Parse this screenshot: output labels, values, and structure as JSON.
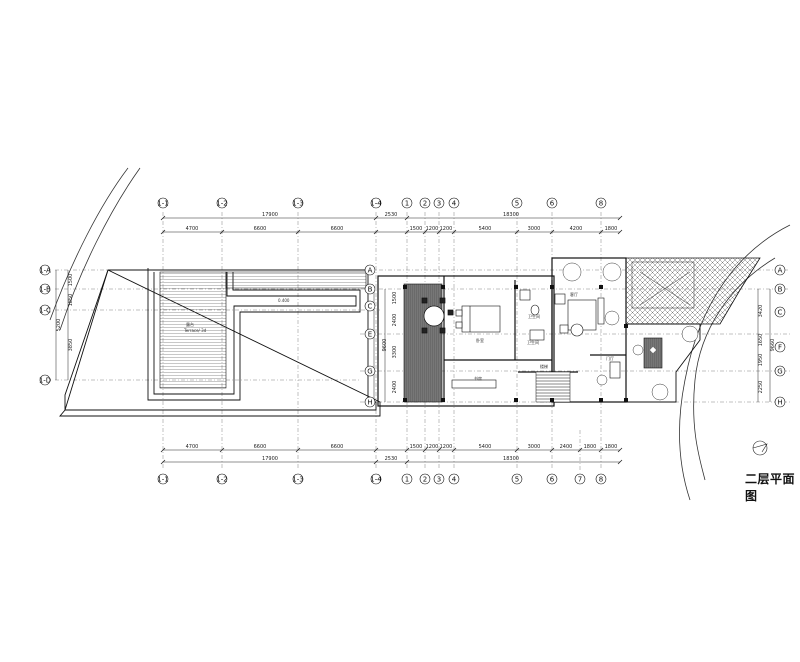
{
  "drawing": {
    "title": "二层平面图",
    "top_axes": [
      "1-1",
      "1-2",
      "1-3",
      "1-4",
      "1",
      "2",
      "3",
      "4",
      "5",
      "6",
      "8"
    ],
    "bottom_axes": [
      "1-1",
      "1-2",
      "1-3",
      "1-4",
      "1",
      "2",
      "3",
      "4",
      "5",
      "6",
      "7",
      "8"
    ],
    "left_axes": [
      "1-A",
      "1-B",
      "1-C",
      "1-D"
    ],
    "mid_axes": [
      "A",
      "B",
      "C",
      "E",
      "G",
      "H"
    ],
    "right_axes": [
      "A",
      "B",
      "C",
      "F",
      "G",
      "H"
    ],
    "top_dims_outer": [
      "17900",
      "2530",
      "18300"
    ],
    "top_dims_inner": [
      "4700",
      "6600",
      "6600",
      "1500",
      "1200",
      "1200",
      "5400",
      "3000",
      "4200",
      "1800"
    ],
    "bottom_dims_inner": [
      "4700",
      "6600",
      "6600",
      "1500",
      "1200",
      "1200",
      "5400",
      "3000",
      "2400",
      "1800",
      "1800"
    ],
    "bottom_dims_outer": [
      "17900",
      "2530",
      "18300"
    ],
    "left_dims": [
      "1500",
      "1850",
      "3850",
      "5200"
    ],
    "mid_dims": [
      "1500",
      "2400",
      "3300",
      "2400",
      "9600"
    ],
    "right_dims": [
      "3420",
      "1650",
      "1950",
      "2250",
      "9660"
    ],
    "rooms": {
      "terrace": "露台",
      "terrace_sub": "Terrace/ 3d",
      "slope": "0.400",
      "bedroom": "卧室",
      "bath1": "卫生间",
      "bath2": "卫生间",
      "study": "书房",
      "living": "客厅",
      "hall": "门厅",
      "stair": "楼梯"
    }
  }
}
